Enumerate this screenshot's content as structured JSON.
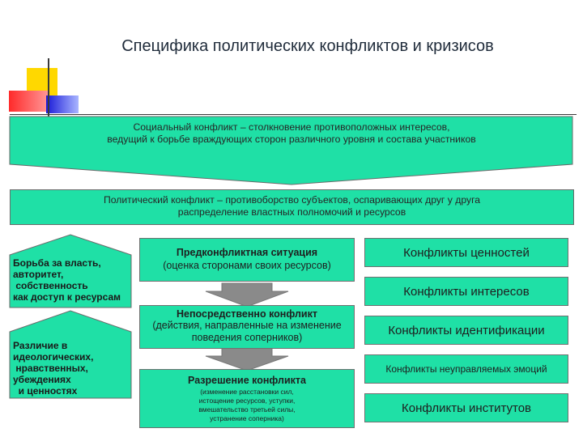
{
  "title": "Специфика политических конфликтов и кризисов",
  "social_conflict": {
    "line1": "Социальный конфликт – столкновение противоположных интересов,",
    "line2": "ведущий к борьбе враждующих сторон различного уровня и состава участников"
  },
  "political_conflict": {
    "line1": "Политический конфликт – противоборство субъектов, оспаривающих друг у друга",
    "line2": "распределение властных полномочий и ресурсов"
  },
  "left_upper": {
    "line1": "Борьба за власть,",
    "line2": "авторитет,",
    "line3": " собственность",
    "line4": "как доступ к ресурсам"
  },
  "left_lower": {
    "line1": "Различие в",
    "line2": "идеологических,",
    "line3": " нравственных,",
    "line4": "убеждениях",
    "line5": "  и ценностях"
  },
  "stages": {
    "pre": {
      "title": "Предконфликтная ситуация",
      "subtitle": "(оценка сторонами своих ресурсов)"
    },
    "direct": {
      "title": "Непосредственно конфликт",
      "line1": "(действия, направленные на изменение",
      "line2": "поведения соперников)"
    },
    "resolution": {
      "title": "Разрешение конфликта",
      "line1": "(изменение расстановки сил,",
      "line2": "истощение ресурсов, уступки,",
      "line3": "вмешательство третьей силы,",
      "line4": "устранение соперника)"
    }
  },
  "conflict_types": [
    "Конфликты ценностей",
    "Конфликты интересов",
    "Конфликты идентификации",
    "Конфликты неуправляемых эмоций",
    "Конфликты институтов"
  ],
  "colors": {
    "fill": "#1fe0a6",
    "border": "#707070",
    "arrow": "#8a8a8a"
  }
}
